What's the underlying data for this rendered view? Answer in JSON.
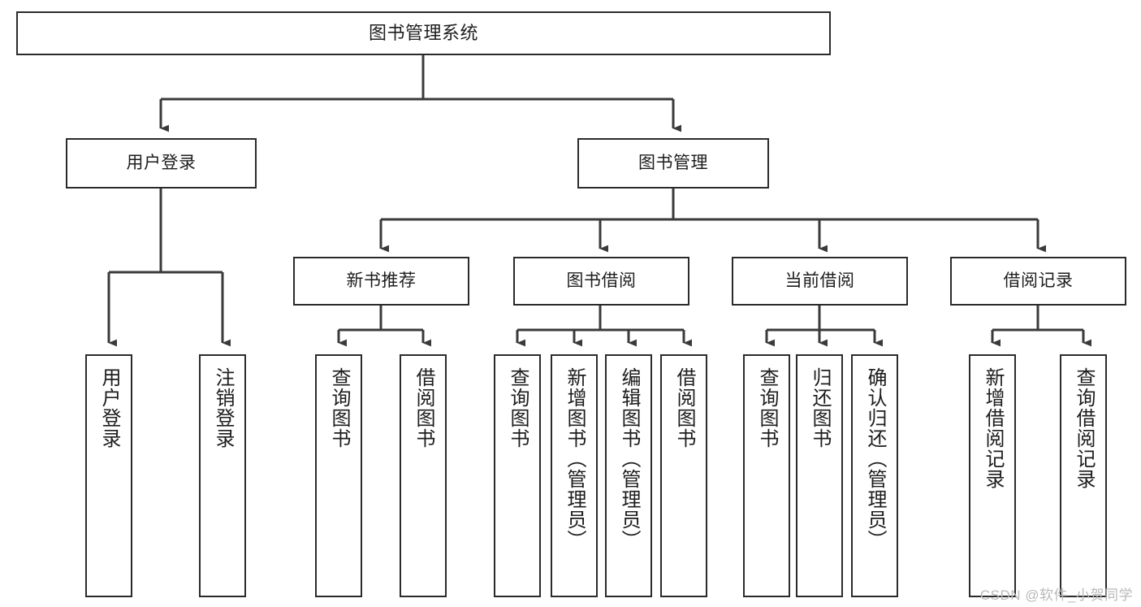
{
  "diagram": {
    "title": "图书管理系统",
    "type": "tree",
    "watermark": "CSDN @软件_小贺同学",
    "colors": {
      "box_border": "#2b2b2b",
      "box_fill": "#ffffff",
      "connector": "#3a3a3a",
      "text": "#1d1d1d",
      "watermark": "#b9b9b9"
    },
    "nodes": {
      "root": {
        "label": "图书管理系统",
        "level": 0,
        "orientation": "horizontal"
      },
      "level1": [
        {
          "label": "用户登录",
          "orientation": "horizontal"
        },
        {
          "label": "图书管理",
          "orientation": "horizontal"
        }
      ],
      "level2": [
        {
          "label": "新书推荐",
          "orientation": "horizontal"
        },
        {
          "label": "图书借阅",
          "orientation": "horizontal"
        },
        {
          "label": "当前借阅",
          "orientation": "horizontal"
        },
        {
          "label": "借阅记录",
          "orientation": "horizontal"
        }
      ],
      "leaves_user_login": [
        {
          "label": "用户登录",
          "orientation": "vertical"
        },
        {
          "label": "注销登录",
          "orientation": "vertical"
        }
      ],
      "leaves_new_book": [
        {
          "label": "查询图书",
          "orientation": "vertical"
        },
        {
          "label": "借阅图书",
          "orientation": "vertical"
        }
      ],
      "leaves_book_borrow": [
        {
          "label": "查询图书",
          "orientation": "vertical"
        },
        {
          "label": "新增图书（管理员）",
          "orientation": "vertical"
        },
        {
          "label": "编辑图书（管理员）",
          "orientation": "vertical"
        },
        {
          "label": "借阅图书",
          "orientation": "vertical"
        }
      ],
      "leaves_current_borrow": [
        {
          "label": "查询图书",
          "orientation": "vertical"
        },
        {
          "label": "归还图书",
          "orientation": "vertical"
        },
        {
          "label": "确认归还（管理员）",
          "orientation": "vertical"
        }
      ],
      "leaves_borrow_record": [
        {
          "label": "新增借阅记录",
          "orientation": "vertical"
        },
        {
          "label": "查询借阅记录",
          "orientation": "vertical"
        }
      ]
    }
  }
}
